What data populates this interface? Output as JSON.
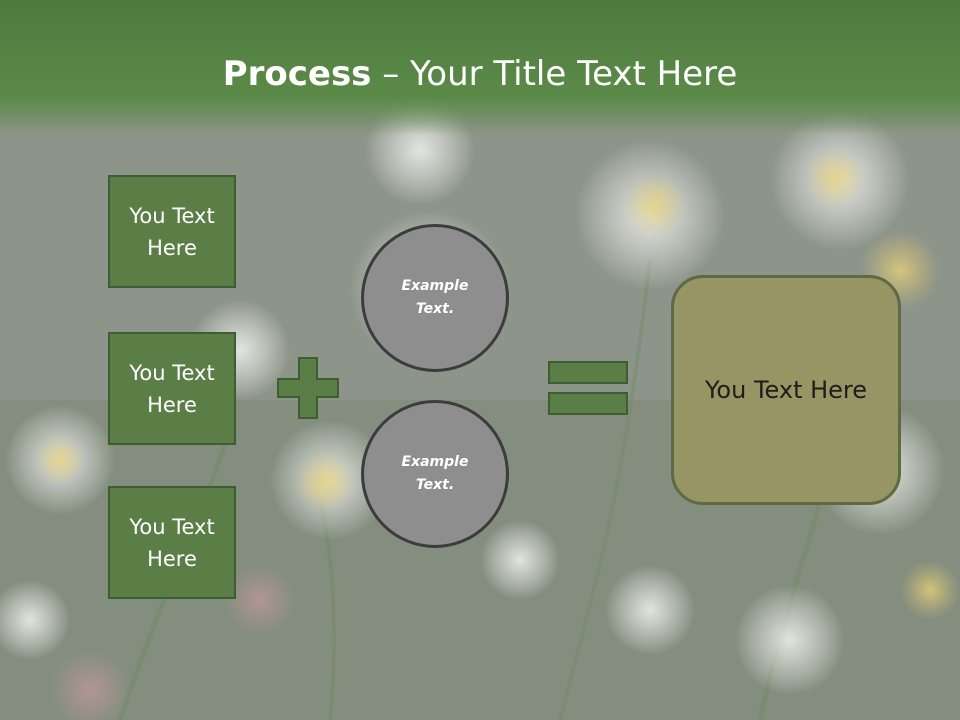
{
  "slide": {
    "title_bold": "Process",
    "title_rest": " – Your Title Text Here",
    "input_boxes": [
      "You Text Here",
      "You Text Here",
      "You Text Here"
    ],
    "circles": [
      "Example Text.",
      "Example Text."
    ],
    "result": "You Text Here"
  },
  "colors": {
    "title_bar": "#5b8a48",
    "box_fill": "#5a7e46",
    "circle_fill": "#8e8e8e",
    "result_fill": "#979564",
    "operator_fill": "#5a7e46"
  },
  "icons": [
    "plus-icon",
    "equals-icon"
  ]
}
